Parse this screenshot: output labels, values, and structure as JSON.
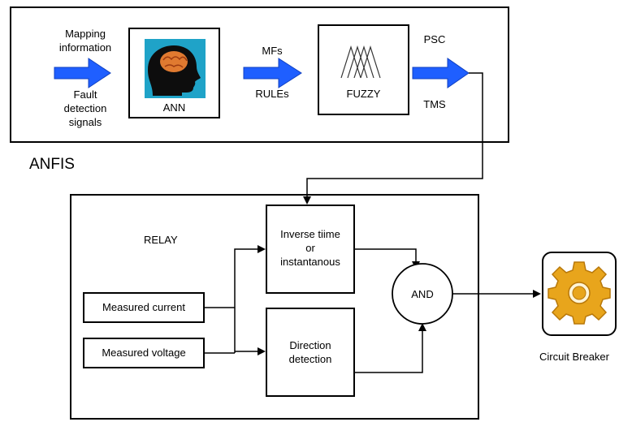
{
  "anfis": {
    "title": "ANFIS",
    "mapping_label": "Mapping\ninformation",
    "fault_label": "Fault\ndetection\nsignals",
    "ann_label": "ANN",
    "mfs_label": "MFs",
    "rules_label": "RULEs",
    "fuzzy_label": "FUZZY",
    "psc_label": "PSC",
    "tms_label": "TMS"
  },
  "relay": {
    "title": "RELAY",
    "inverse_label": "Inverse tiime\nor\ninstantanous",
    "direction_label": "Direction\ndetection",
    "and_label": "AND",
    "current_label": "Measured current",
    "voltage_label": "Measured voltage"
  },
  "breaker": {
    "label": "Circuit Breaker"
  },
  "colors": {
    "arrow_fill": "#1f5fff",
    "arrow_stroke": "#1040c0",
    "gear": "#e8a51c"
  }
}
